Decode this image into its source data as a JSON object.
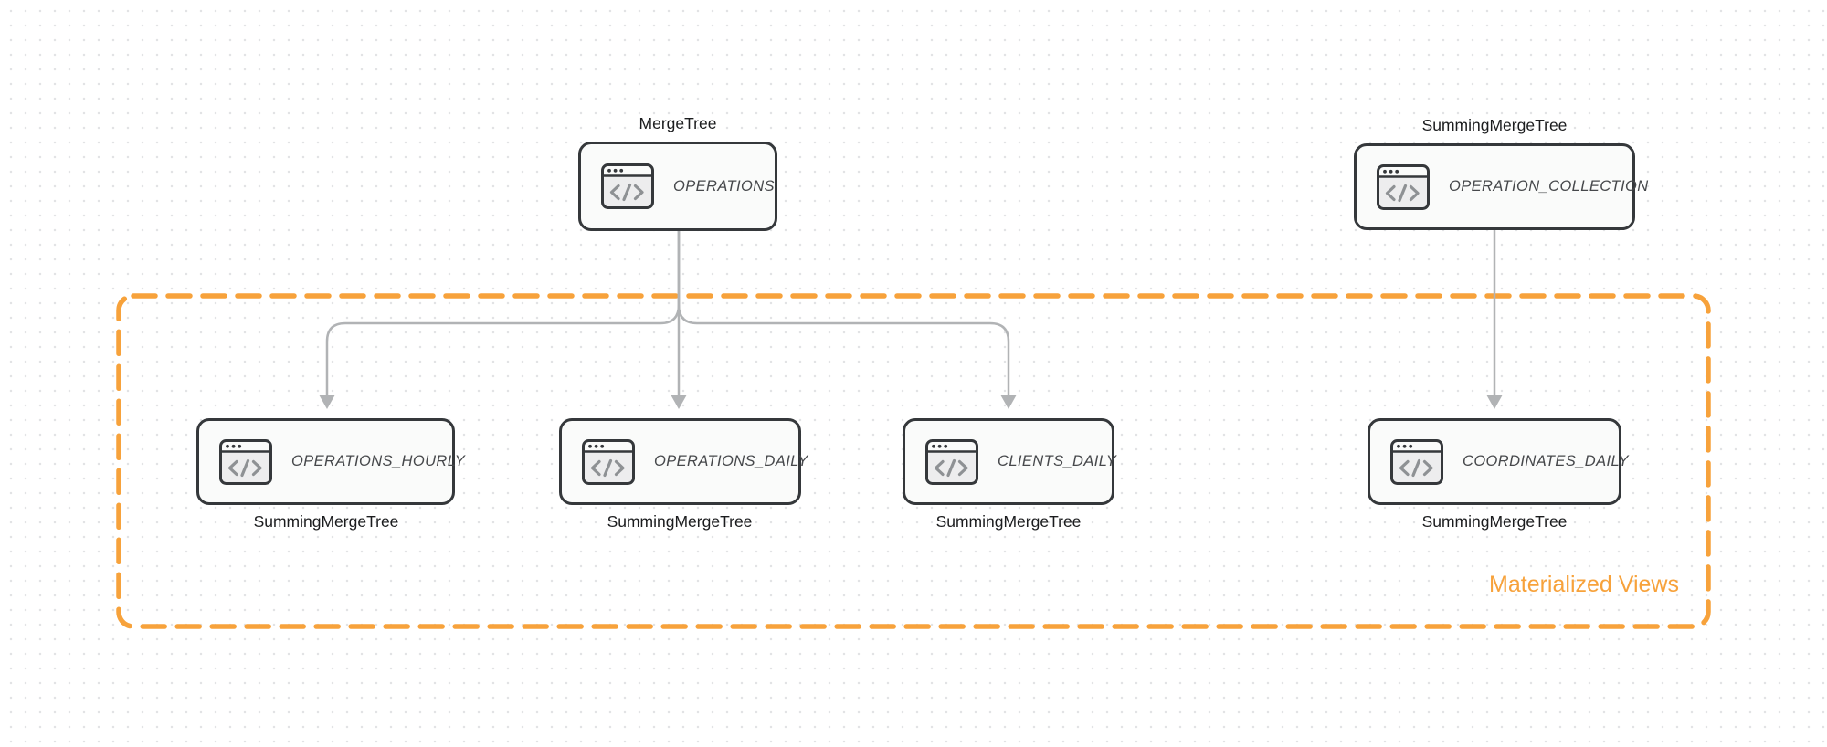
{
  "diagram": {
    "title": "Table engines diagram",
    "colors": {
      "node_border": "#35383b",
      "node_fill": "#fafbfa",
      "node_title_text": "#46484b",
      "engine_label_text": "#1b1c1e",
      "edge_gray": "#b1b3b5",
      "accent_orange": "#f7a23b",
      "background_dot": "#e2e3e5"
    },
    "nodes": [
      {
        "id": "operations",
        "title": "OPERATIONS",
        "engine_label": "MergeTree",
        "engine_label_position": "above",
        "icon": "code-window"
      },
      {
        "id": "operation_collection",
        "title": "OPERATION_COLLECTION",
        "engine_label": "SummingMergeTree",
        "engine_label_position": "above",
        "icon": "code-window"
      },
      {
        "id": "operations_hourly",
        "title": "OPERATIONS_HOURLY",
        "engine_label": "SummingMergeTree",
        "engine_label_position": "below",
        "icon": "code-window"
      },
      {
        "id": "operations_daily",
        "title": "OPERATIONS_DAILY",
        "engine_label": "SummingMergeTree",
        "engine_label_position": "below",
        "icon": "code-window"
      },
      {
        "id": "clients_daily",
        "title": "CLIENTS_DAILY",
        "engine_label": "SummingMergeTree",
        "engine_label_position": "below",
        "icon": "code-window"
      },
      {
        "id": "coordinates_daily",
        "title": "COORDINATES_DAILY",
        "engine_label": "SummingMergeTree",
        "engine_label_position": "below",
        "icon": "code-window"
      }
    ],
    "edges": [
      {
        "from": "operations",
        "to": "operations_hourly"
      },
      {
        "from": "operations",
        "to": "operations_daily"
      },
      {
        "from": "operations",
        "to": "clients_daily"
      },
      {
        "from": "operation_collection",
        "to": "coordinates_daily"
      }
    ],
    "group": {
      "label": "Materialized Views"
    }
  }
}
